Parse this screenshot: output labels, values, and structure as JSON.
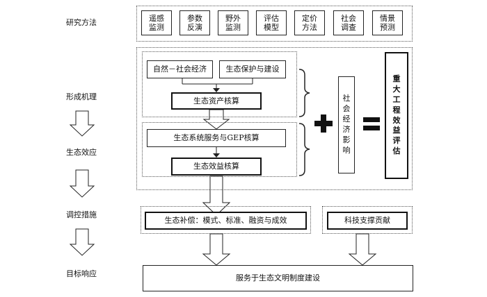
{
  "left_labels": {
    "method": "研究方法",
    "mechanism": "形成机理",
    "effect": "生态效应",
    "regulation": "调控措施",
    "target": "目标响应"
  },
  "methods": [
    [
      "遥感",
      "监测"
    ],
    [
      "参数",
      "反演"
    ],
    [
      "野外",
      "监测"
    ],
    [
      "评估",
      "模型"
    ],
    [
      "定价",
      "方法"
    ],
    [
      "社会",
      "调查"
    ],
    [
      "情景",
      "预测"
    ]
  ],
  "mechanism": {
    "natural_socio": "自然－社会经济",
    "eco_protect": "生态保护与建设",
    "asset_accounting": "生态资产核算"
  },
  "effect": {
    "gep": "生态系统服务与GEP核算",
    "benefit": "生态效益核算"
  },
  "social_impact": [
    "社",
    "会",
    "经",
    "济",
    "影",
    "响"
  ],
  "result": [
    "重",
    "大",
    "工",
    "程",
    "效",
    "益",
    "评",
    "估"
  ],
  "regulation": {
    "compensation": "生态补偿：模式、标准、融资与成效",
    "tech": "科技支撑贡献"
  },
  "target": {
    "service": "服务于生态文明制度建设"
  }
}
